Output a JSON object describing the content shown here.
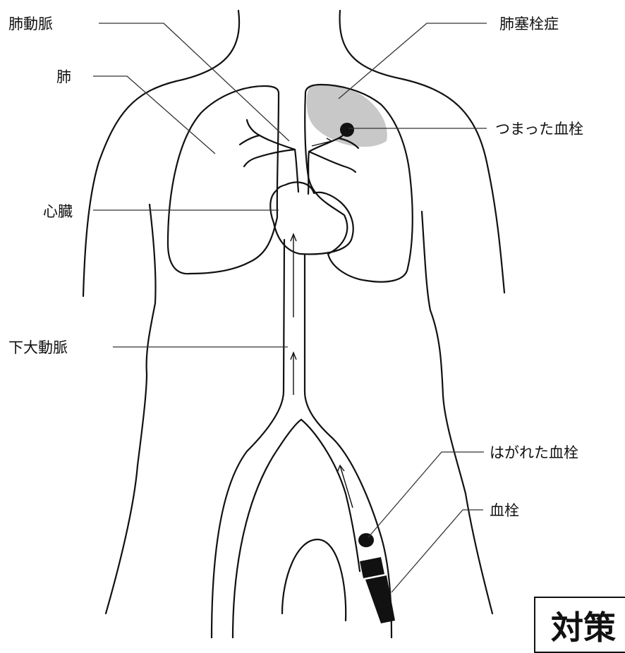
{
  "labels": {
    "pulmonary_artery": "肺動脈",
    "lung": "肺",
    "heart": "心臓",
    "inferior_vessel": "下大動脈",
    "pulmonary_embolism": "肺塞栓症",
    "lodged_clot": "つまった血栓",
    "detached_clot": "はがれた血栓",
    "clot": "血栓"
  },
  "corner_text": "対策",
  "colors": {
    "line": "#111111",
    "embolism_shading": "#c8c8c8"
  }
}
